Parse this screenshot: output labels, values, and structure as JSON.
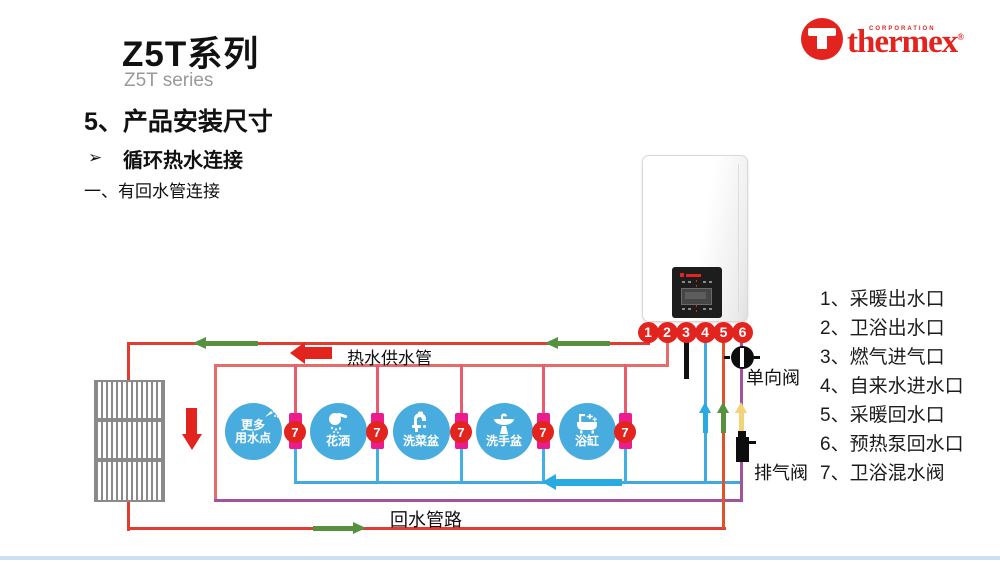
{
  "slide": {
    "product_title": "Z5T系列",
    "product_subtitle": "Z5T series",
    "section_title": "5、产品安装尺寸",
    "bullet_arrow": "➢",
    "bullet_bold": "循环热",
    "bullet_rest": "水连接",
    "subsection_title": "一、有回水管连接"
  },
  "logo": {
    "corporation": "CORPORATION",
    "brand": "thermex",
    "registered": "®"
  },
  "legend": {
    "items": [
      "1、采暖出水口",
      "2、卫浴出水口",
      "3、燃气进气口",
      "4、自来水进水口",
      "5、采暖回水口",
      "6、预热泵回水口",
      "7、卫浴混水阀"
    ]
  },
  "diagram": {
    "ports": [
      "1",
      "2",
      "3",
      "4",
      "5",
      "6"
    ],
    "valve_number": "7",
    "labels": {
      "hot_supply": "热水供水管",
      "return_line": "回水管路",
      "check_valve": "单向阀",
      "exhaust_valve": "排气阀"
    },
    "fixtures": [
      {
        "label": "更多\n用水点",
        "icon": "more-water-points-icon"
      },
      {
        "label": "花洒",
        "icon": "shower-icon"
      },
      {
        "label": "洗菜盆",
        "icon": "kitchen-sink-icon"
      },
      {
        "label": "洗手盆",
        "icon": "wash-basin-icon"
      },
      {
        "label": "浴缸",
        "icon": "bathtub-icon"
      }
    ],
    "icons": {
      "brand_mark": "thermex-t-circle-icon",
      "check_valve": "ball-valve-icon",
      "exhaust_valve": "vent-valve-icon",
      "radiator": "radiator-icon",
      "boiler": "wall-hung-boiler"
    }
  },
  "colors": {
    "brand_red": "#E3231E",
    "pipe_red": "#E23B30",
    "pipe_orange_red": "#E1512B",
    "pipe_pink": "#E66B6B",
    "pipe_drop": "#E95C6C",
    "pipe_purple": "#A0549E",
    "pipe_blue": "#3FA9E0",
    "pipe_cyan": "#41B0E3",
    "valve_magenta": "#EC1C8E",
    "arrow_green": "#579140",
    "arrow_blue": "#29ABE2",
    "arrow_yellow": "#F2D377",
    "icon_blue": "#49ACDF",
    "radiator_gray": "#8A8A8A",
    "gas_black": "#111111"
  }
}
